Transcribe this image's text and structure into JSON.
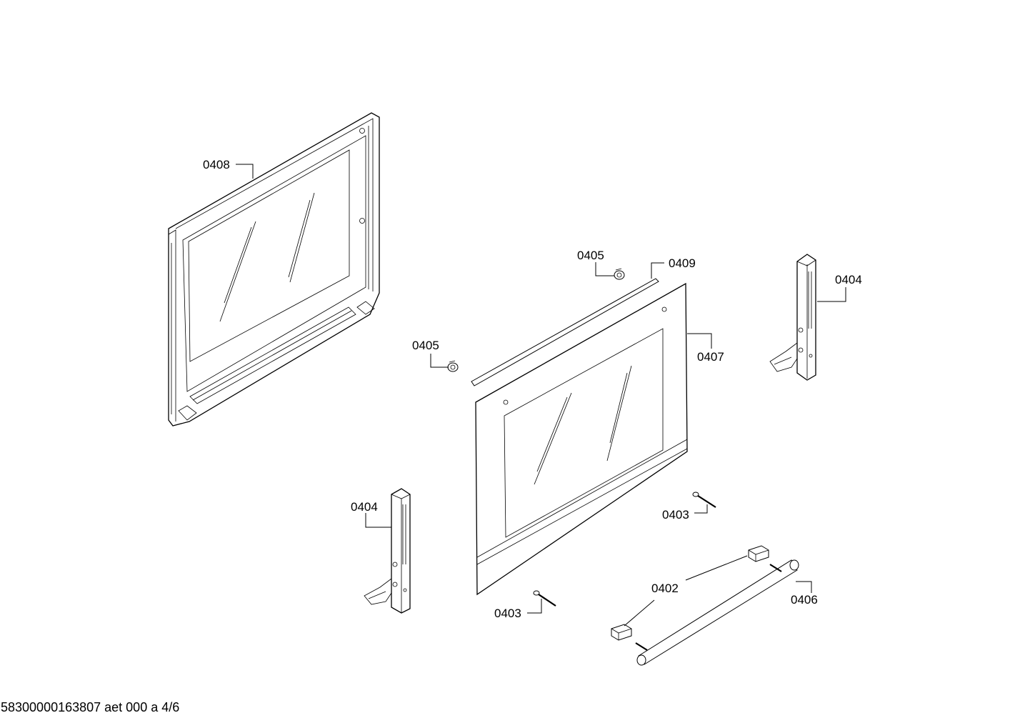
{
  "labels": {
    "p0408": "0408",
    "p0405a": "0405",
    "p0409": "0409",
    "p0404a": "0404",
    "p0405b": "0405",
    "p0407": "0407",
    "p0404b": "0404",
    "p0403a": "0403",
    "p0402": "0402",
    "p0406": "0406",
    "p0403b": "0403"
  },
  "footer": "58300000163807 aet 000 a 4/6"
}
